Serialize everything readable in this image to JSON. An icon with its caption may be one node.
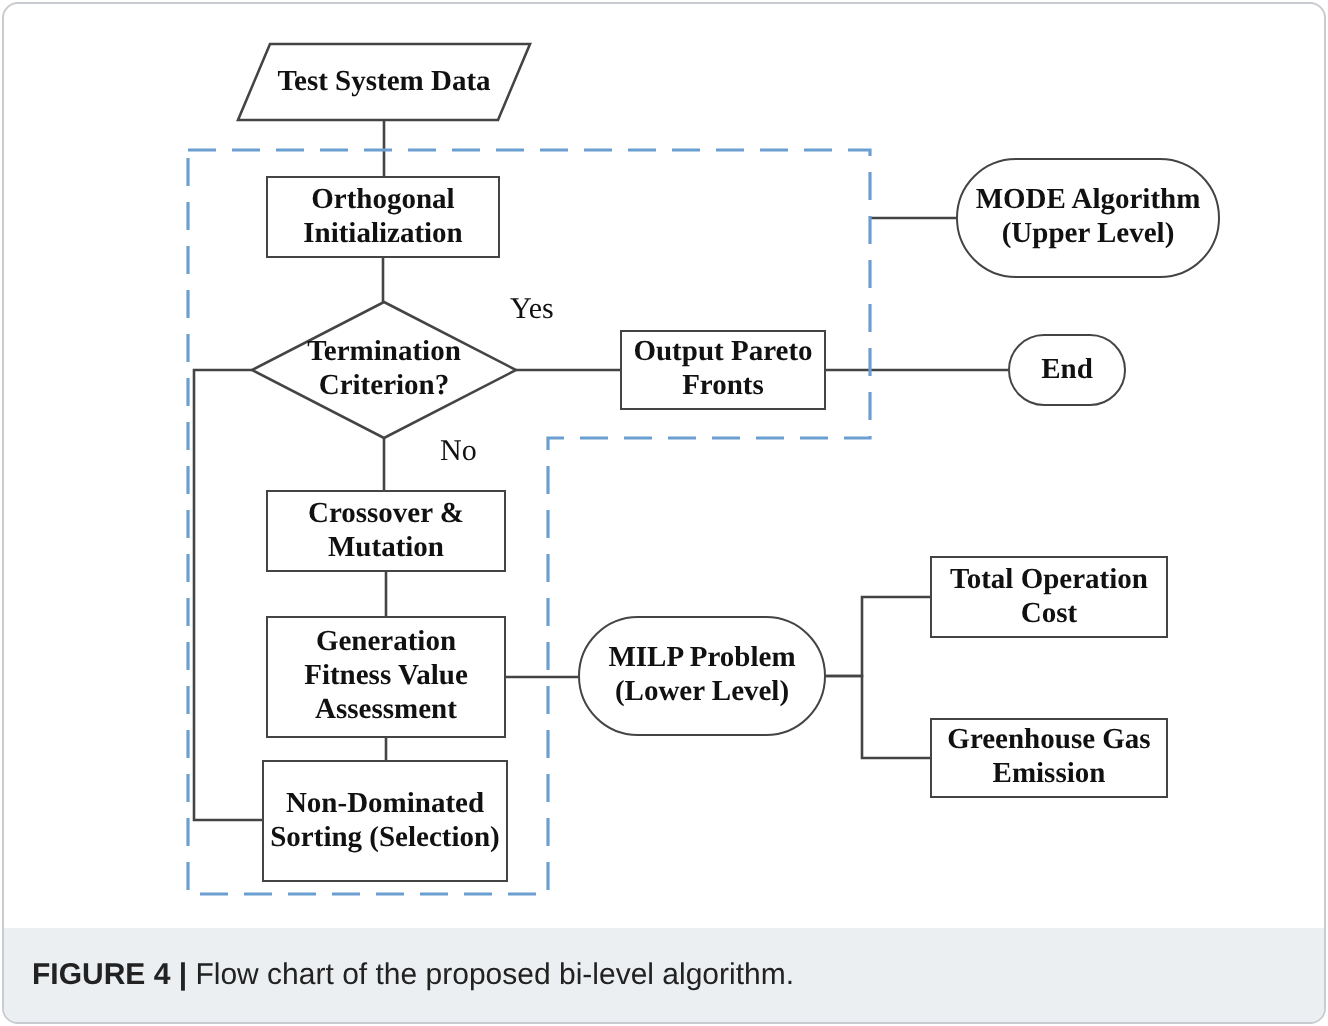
{
  "diagram": {
    "caption": "**FIGURE 4 |** Flow chart of the proposed bi-level algorithm.",
    "nodes": [
      {
        "text": [
          "Test System Data"
        ]
      },
      {
        "text": [],
        "shape": "box"
      },
      {
        "text": [
          "Orthogonal Initialization"
        ],
        "in": 1
      },
      {
        "text": [
          "Termination Criterion?"
        ],
        "in": 1
      },
      {
        "text": [
          "Output Pareto Fronts"
        ],
        "in": 1
      },
      {
        "text": [
          "Crossover & Mutation"
        ],
        "in": 1
      },
      {
        "text": [
          "Generation Fitness Value Assessment"
        ],
        "in": 1
      },
      {
        "text": [
          "Non-Dominated Sorting (Selection)"
        ],
        "in": 1
      },
      {
        "text": [
          "MODE Algorithm (Upper Level)"
        ]
      },
      {
        "text": [
          "End"
        ]
      },
      {
        "text": [
          "MILP Problem (Lower Level)"
        ]
      },
      {
        "text": [
          "Total Operation Cost"
        ]
      },
      {
        "text": [
          "Greenhouse Gas Emission"
        ]
      }
    ],
    "edges": [
      {
        "from": 0,
        "to": 2,
        "arrow": "none"
      },
      {
        "from": 2,
        "to": 3,
        "arrow": "none"
      },
      {
        "from": 3,
        "to": 4,
        "arrow": "none",
        "label": "Yes"
      },
      {
        "from": 4,
        "to": 9,
        "arrow": "none"
      },
      {
        "from": 3,
        "to": 5,
        "arrow": "none",
        "label": "No"
      },
      {
        "from": 5,
        "to": 6,
        "arrow": "none"
      },
      {
        "from": 6,
        "to": 7,
        "arrow": "none"
      },
      {
        "from": 7,
        "to": 3,
        "arrow": "none"
      },
      {
        "from": 6,
        "to": 10,
        "arrow": "none"
      },
      {
        "from": 10,
        "to": 11,
        "arrow": "none"
      },
      {
        "from": 10,
        "to": 12,
        "arrow": "none"
      },
      {
        "from": 8,
        "to": 1,
        "arrow": "none"
      }
    ]
  }
}
